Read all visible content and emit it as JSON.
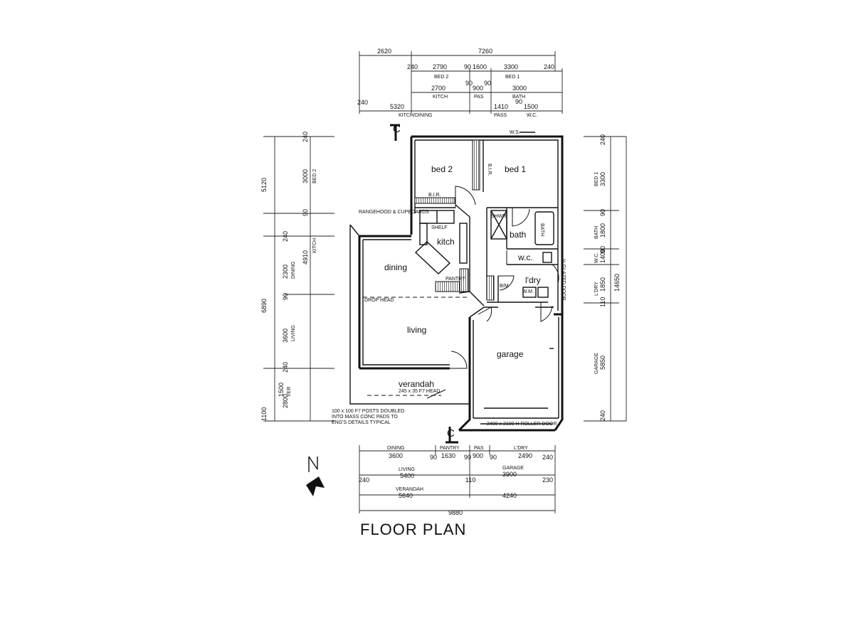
{
  "title": "FLOOR PLAN",
  "rooms": {
    "bed2": "bed 2",
    "bed1": "bed 1",
    "kitch": "kitch",
    "dining": "dining",
    "bath": "bath",
    "wc": "w.c.",
    "ldry": "l'dry",
    "living": "living",
    "garage": "garage",
    "verandah": "verandah"
  },
  "notes": {
    "bir_top": "B.I.R.",
    "bir_side": "B.I.R.",
    "rangehood": "RANGEHOOD & CUPBOARDS",
    "shelf": "SHELF",
    "pantry": "PANTRY",
    "shwr": "SHWR",
    "bath_fixture": "BATH",
    "wc_door": "½ GLAZED DOOR",
    "drop_head": "DROP HEAD",
    "beam": "245 x 35 F7 HEAD",
    "posts_1": "100 x 100 F7 POSTS DOUBLED",
    "posts_2": "INTO MASS CONC PADS TO",
    "posts_3": "ENG'S DETAILS TYPICAL",
    "garage_door": "2400 x 2100 H ROLLER DOOR",
    "bm": "B/M",
    "wm": "W.M.",
    "ws": "W.S.",
    "section_c": "C"
  },
  "dims_top": {
    "r1a": "2620",
    "r1b": "7260",
    "r2": [
      "240",
      "2790",
      "90",
      "1600",
      "3300",
      "240"
    ],
    "r2_sub": [
      "BED 2",
      "BED 1"
    ],
    "r3": [
      "2700",
      "90",
      "900",
      "90",
      "3000"
    ],
    "r3_sub": [
      "KITCH",
      "PAS",
      "BATH"
    ],
    "r4": [
      "240",
      "5320",
      "1410",
      "90",
      "1500"
    ],
    "r4_sub": [
      "KITCH/DINING",
      "PASS",
      "W.C."
    ]
  },
  "dims_left": {
    "outer": [
      "5120",
      "6890",
      "1100"
    ],
    "inner": [
      "240",
      "3000",
      "90",
      "240",
      "2300",
      "90",
      "3600",
      "240",
      "1500",
      "2800"
    ],
    "inner_sub": [
      "BED 2",
      "KITCH",
      "DINING",
      "LIVING",
      "VER"
    ],
    "kitch_total": "4910"
  },
  "dims_right": {
    "total": "14650",
    "inner": [
      "240",
      "3300",
      "90",
      "1800",
      "90",
      "1400",
      "1850",
      "110",
      "5850",
      "240"
    ],
    "inner_sub": [
      "BED 1",
      "BATH",
      "W.C.",
      "L'DRY",
      "GARAGE"
    ]
  },
  "dims_bottom": {
    "r1": [
      "3600",
      "1630",
      "900",
      "2490"
    ],
    "r1_sub": [
      "DINING",
      "PANTRY",
      "PAS",
      "L'DRY"
    ],
    "r1_small": [
      "90",
      "90",
      "90",
      "240"
    ],
    "r2": [
      "5400",
      "3900"
    ],
    "r2_sub": [
      "LIVING",
      "GARAGE"
    ],
    "r2_small": [
      "240",
      "110",
      "230"
    ],
    "r3": [
      "5640",
      "4240"
    ],
    "r3_sub": [
      "VERANDAH"
    ],
    "total": "9880"
  }
}
